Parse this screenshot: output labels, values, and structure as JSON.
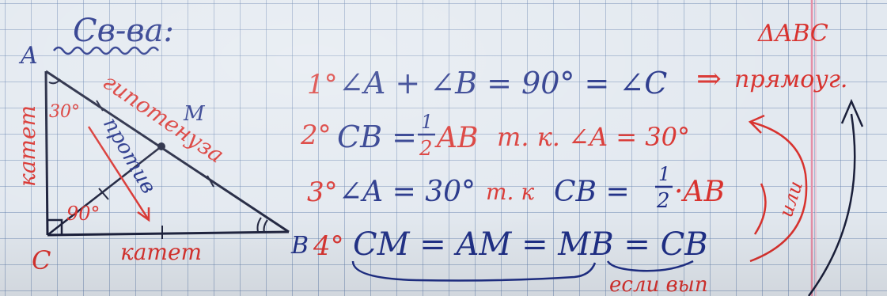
{
  "title": "Св-ва:",
  "figure": {
    "vertex_a": "A",
    "vertex_b": "B",
    "vertex_c": "C",
    "point_m": "M",
    "angle_a": "30°",
    "angle_c": "90°",
    "hypotenuse_label": "гипотенуза",
    "leg_vertical_label": "катет",
    "leg_horizontal_label": "катет",
    "opposite_label": "против"
  },
  "properties": [
    {
      "num": "1°",
      "text": "∠A + ∠B = 90° = ∠C",
      "arrow": "⇒",
      "note": "прямоуг.",
      "note_top": "ΔABC"
    },
    {
      "num": "2°",
      "left": "CB =",
      "frac_num": "1",
      "frac_den": "2",
      "right": "AB",
      "reason": "т. к.  ∠A = 30°"
    },
    {
      "num": "3°",
      "left": "∠A = 30°",
      "reason": "т. к",
      "eq": "CB =",
      "frac_num": "1",
      "frac_den": "2",
      "right": "·AB"
    },
    {
      "num": "4°",
      "text": "CM = AM = MB = CB",
      "below": "если вып"
    }
  ],
  "side_note": "или"
}
